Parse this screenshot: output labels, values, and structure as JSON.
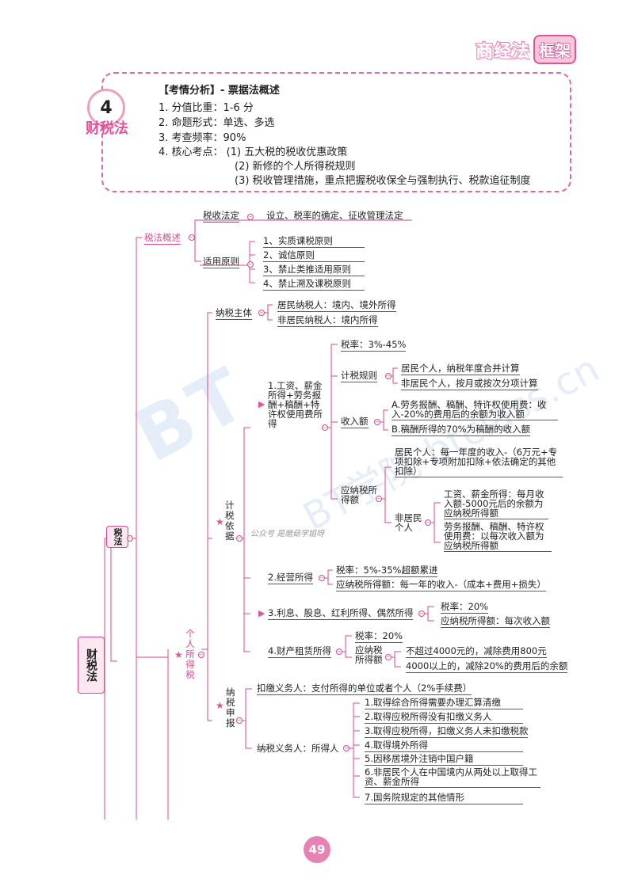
{
  "brand": {
    "main": "商经法",
    "boxed": "框架"
  },
  "chapter": {
    "number": "4",
    "title": "财税法"
  },
  "analysis": {
    "heading": "【考情分析】- 票据法概述",
    "lines": [
      "1. 分值比重：1-6 分",
      "2. 命题形式：单选、多选",
      "3. 考查频率：90%",
      "4. 核心考点：  (1) 五大税的税收优惠政策"
    ],
    "points": [
      "(2) 新修的个人所得税规则",
      "(3) 税收管理措施，重点把握税收保全与强制执行、税款追征制度"
    ]
  },
  "watermark": {
    "main": "BT",
    "sub": "BT学院 btclass.cn"
  },
  "gzh_note": "公众号 是磨菇学姐呀",
  "mindmap": {
    "root": "财税法",
    "l1": "税法",
    "tax_overview": "税法概述",
    "tax_law": "税收法定",
    "tax_law_desc": "设立、税率的确定、征收管理法定",
    "principles": "适用原则",
    "principle_items": [
      "1、实质课税原则",
      "2、诚信原则",
      "3、禁止类推适用原则",
      "4、禁止溯及课税原则"
    ],
    "iit": "个人所得税",
    "taxpayer": "纳税主体",
    "resident": "居民纳税人：境内、境外所得",
    "nonresident": "非居民纳税人：境内所得",
    "basis": "计税依据",
    "wage_group": "1.工资、薪金所得+劳务报酬+稿酬+特许权使用费所得",
    "rate1": "税率：3%-45%",
    "calc_rule": "计税规则",
    "calc_res": "居民个人，纳税年度合并计算",
    "calc_nonres": "非居民个人，按月或按次分项计算",
    "income_amt": "收入额",
    "income_a": "A.劳务报酬、稿酬、特许权使用费：收入-20%的费用后的余额为收入额",
    "income_b": "B.稿酬所得的70%为稿酬的收入额",
    "taxable": "应纳税所得额",
    "res_taxable": "居民个人：每一年度的收入-（6万元+专项扣除+专项附加扣除+依法确定的其他扣除）",
    "nonres_person": "非居民个人",
    "nonres_wage": "工资、薪金所得：每月收入额-5000元后的余额为应纳税所得额",
    "nonres_labor": "劳务报酬、稿酬、特许权使用费：以每次收入额为应纳税所得额",
    "biz": "2.经营所得",
    "biz_rate": "税率：5%-35%超额累进",
    "biz_taxable": "应纳税所得额：每一年的收入-（成本+费用+损失）",
    "interest": "3.利息、股息、红利所得、偶然所得",
    "int_rate": "税率：20%",
    "int_taxable": "应纳税所得额：每次收入额",
    "lease": "4.财产租赁所得",
    "lease_rate": "税率：20%",
    "lease_taxable": "应纳税所得额",
    "lease_a": "不超过4000元的，减除费用800元",
    "lease_b": "4000以上的，减除20%的费用后的余额",
    "filing": "纳税申报",
    "withholding": "扣缴义务人：支付所得的单位或者个人（2%手续费）",
    "obligor": "纳税义务人：所得人",
    "obligor_items": [
      "1.取得综合所得需要办理汇算清缴",
      "2.取得应税所得没有扣缴义务人",
      "3.取得应税所得，扣缴义务人未扣缴税款",
      "4.取得境外所得",
      "5.因移居境外注销中国户籍",
      "6.非居民个人在中国境内从两处以上取得工资、薪金所得",
      "7.国务院规定的其他情形"
    ]
  },
  "page_number": "49"
}
